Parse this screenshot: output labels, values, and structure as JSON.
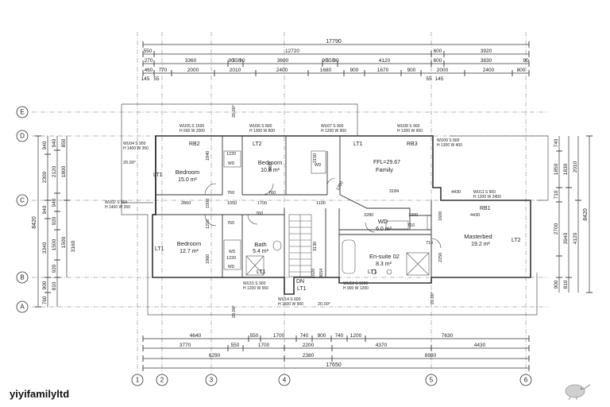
{
  "watermark": "yiyifamilyltd",
  "top_dims": {
    "overall": "17790",
    "row2": [
      "550",
      "12720",
      "600",
      "3920"
    ],
    "row3": [
      "270",
      "3360",
      "90",
      "550",
      "90",
      "3600",
      "90",
      "550",
      "90",
      "4120",
      "600",
      "3830",
      "90"
    ],
    "row4": [
      "460",
      "770",
      "2000",
      "2010",
      "2400",
      "1680",
      "900",
      "1670",
      "900",
      "2000",
      "2400",
      "800"
    ],
    "row5": [
      "145",
      "55",
      "55",
      "145"
    ]
  },
  "bottom_dims": {
    "row1": [
      "4640",
      "550",
      "1700",
      "740",
      "900",
      "740",
      "1200",
      "7630"
    ],
    "row2": [
      "3770",
      "550",
      "1700",
      "2200",
      "4370",
      "4430"
    ],
    "row3": [
      "6290",
      "2380",
      "8980"
    ],
    "overall": "17650"
  },
  "left_dims": {
    "col1": [
      "940",
      "850",
      "2300",
      "940",
      "3340",
      "3160",
      "900",
      "760"
    ],
    "col2": [
      "940",
      "2120",
      "940",
      "920",
      "1500",
      "920",
      "810"
    ],
    "col3": [
      "1800",
      "1500"
    ],
    "overall": "8420"
  },
  "right_dims": {
    "col1": [
      "740",
      "1850",
      "710",
      "2700",
      "900"
    ],
    "col2": [
      "1830",
      "3940",
      "810"
    ],
    "col3": [
      "2010",
      "4120"
    ],
    "overall": "8420"
  },
  "grid_rows": [
    "E",
    "D",
    "C",
    "B",
    "A"
  ],
  "grid_cols": [
    "1",
    "2",
    "3",
    "4",
    "5",
    "6"
  ],
  "rooms": [
    {
      "name": "Bedroom",
      "area": "15.0 m²"
    },
    {
      "name": "Bedroom",
      "area": "10.8 m²"
    },
    {
      "name": "Family",
      "area": "FFL=29.67"
    },
    {
      "name": "Bedroom",
      "area": "12.7 m²"
    },
    {
      "name": "Bath",
      "area": "5.4 m²"
    },
    {
      "name": "WD",
      "area": "6.0 m²"
    },
    {
      "name": "En-suite 02",
      "area": "8.3 m²"
    },
    {
      "name": "Masterbed",
      "area": "19.2 m²"
    }
  ],
  "labels": {
    "rb2": "RB2",
    "lt2_top": "LT2",
    "lt1_top": "LT1",
    "rb3": "RB3",
    "lt1_left": "LT1",
    "lt1_left2": "LT1",
    "rb1": "RB1",
    "lt2_right": "LT2",
    "lt1_bath": "LT1",
    "lt1_stair": "LT1",
    "lt1_ens": "LT1",
    "dn": "DN",
    "wd1": "WD",
    "wd2": "WD",
    "wd3": "WD",
    "wd4": "WD"
  },
  "windows": {
    "wu05": "WU05  S  1500",
    "wu05b": "H 600  W 2000",
    "wu06": "WU06  S  800",
    "wu06b": "H 1300  W 800",
    "wu07": "WU07  S  900",
    "wu07b": "H 1200  W 900",
    "wu08": "WU08  S  900",
    "wu08b": "H 1300  W 900",
    "wu09": "WU09  S  800",
    "wu09b": "H 1300  W 400",
    "wu04": "WU04  S  900",
    "wu04b": "H 1400  W  350",
    "wu02": "WU02  S  900",
    "wu02b": "H 1400 W 350",
    "wu11": "WU11  S  900",
    "wu11b": "H 1200  W 2400",
    "wu15": "WU15  S  900",
    "wu15b": "H 1200  W  550",
    "wu13": "WU13  S  1200",
    "wu13b": "H  900  W 1200",
    "wu14": "WU14  S  600",
    "wu14b": "H 1600  W 900"
  },
  "misc": {
    "angle1": "20.00°",
    "angle2": "20.00°",
    "angle3": "20.00°",
    "angle4": "20.00°",
    "angle5": "20.00°",
    "d1220a": "1220",
    "d1220b": "1220",
    "d760a": "760",
    "d760b": "760",
    "d760c": "760",
    "d760d": "760",
    "d2860": "2860",
    "d1050": "1050",
    "d1700": "1700",
    "d1100": "1100",
    "d3184": "3184",
    "d4430": "4430",
    "d4430b": "4430",
    "d3280": "3280",
    "d710": "710",
    "d710b": "710",
    "d3000": "3000",
    "d2150": "2150",
    "d1300": "1300",
    "d3130": "3130",
    "d3654": "3654",
    "d2250": "2250",
    "d1600": "1600",
    "d1840": "1840",
    "d1210": "1210",
    "d1860": "1860",
    "d1000": "1000",
    "d1500": "1500",
    "d1020": "1020"
  }
}
